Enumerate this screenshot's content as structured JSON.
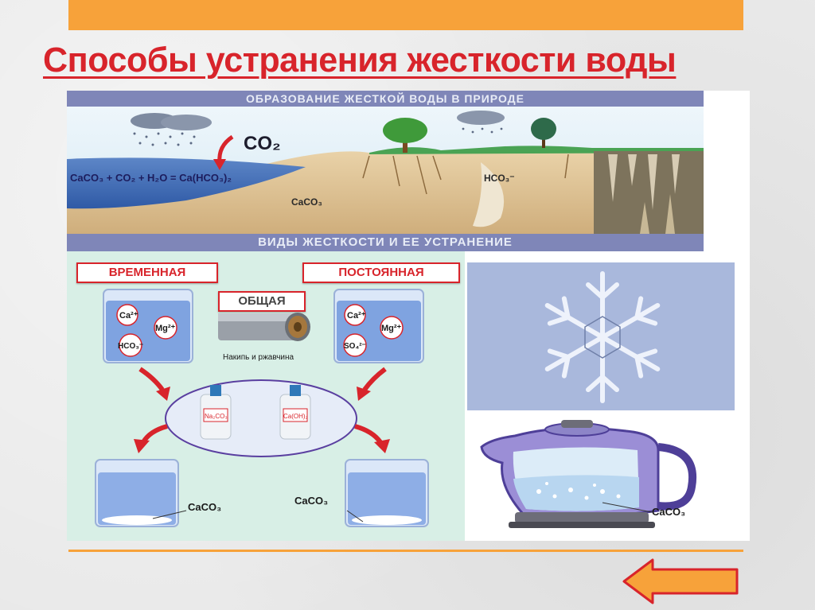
{
  "slide": {
    "title": "Способы устранения жесткости воды"
  },
  "poster": {
    "band_top": "ОБРАЗОВАНИЕ ЖЕСТКОЙ ВОДЫ В ПРИРОДЕ",
    "band_mid": "ВИДЫ ЖЕСТКОСТИ И ЕЕ УСТРАНЕНИЕ",
    "co2_label": "CO₂",
    "equation": "CaCO₃ + CO₂ + H₂O = Ca(HCO₃)₂",
    "caco3_rock": "CaCO₃",
    "hco3_label": "HCO₃⁻",
    "temporary_label": "ВРЕМЕННАЯ",
    "permanent_label": "ПОСТОЯННАЯ",
    "general_label": "ОБЩАЯ",
    "pipe_caption": "Накипь и ржавчина",
    "temp_ions": {
      "ca": "Ca²⁺",
      "mg": "Mg²⁺",
      "anion": "HCO₃⁻"
    },
    "perm_ions": {
      "ca": "Ca²⁺",
      "mg": "Mg²⁺",
      "anion": "SO₄²⁻"
    },
    "reagent_1": "Na₂CO₃",
    "reagent_2": "Ca(OH)₂",
    "precipitate_left": "CaCO₃",
    "precipitate_right": "CaCO₃",
    "kettle_caco3": "CaCO₃"
  },
  "colors": {
    "accent_orange": "#f7a23a",
    "title_red": "#d8242b",
    "band_blue": "#7f86b8"
  },
  "nav": {
    "back_icon": "left-arrow-icon"
  }
}
